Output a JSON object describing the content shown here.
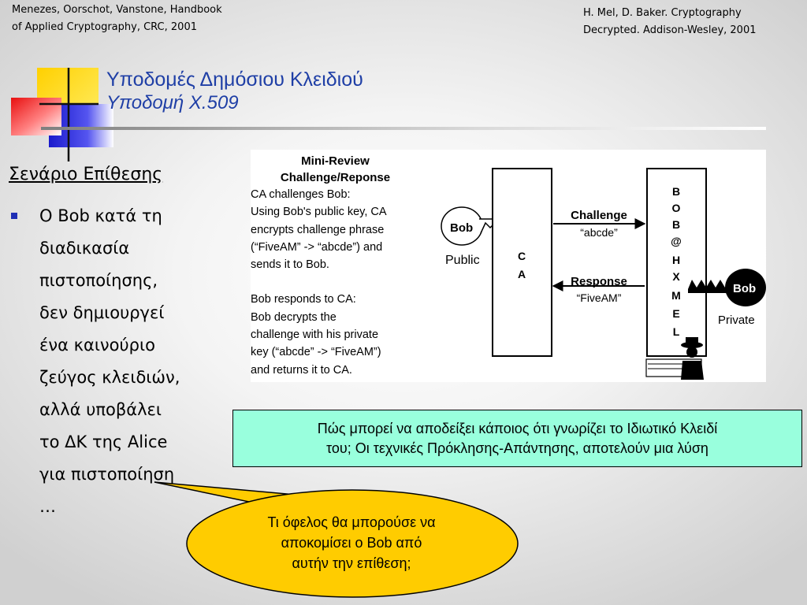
{
  "references": {
    "left_line1": "Menezes, Oorschot, Vanstone, Handbook",
    "left_line2": "of Applied Cryptography, CRC, 2001",
    "right_line1": "H. Mel, D. Baker. Cryptography",
    "right_line2": "Decrypted. Addison-Wesley, 2001"
  },
  "title": {
    "main": "Υποδομές Δημόσιου Κλειδιού",
    "sub": "Υποδομή X.509"
  },
  "section_heading": "Σενάριο Επίθεσης",
  "bullet": {
    "lines": [
      "Ο Bob κατά τη",
      "διαδικασία",
      "πιστοποίησης,",
      "δεν δημιουργεί",
      "ένα καινούριο",
      "ζεύγος κλειδιών,",
      "αλλά υποβάλει",
      "το ΔΚ της Alice",
      "για πιστοποίηση",
      "…"
    ]
  },
  "diagram": {
    "title_line1": "Mini-Review",
    "title_line2": "Challenge/Reponse",
    "body": {
      "l1": "CA challenges Bob:",
      "l2": "Using Bob's public key, CA",
      "l3": "encrypts challenge phrase",
      "l4": "(“FiveAM” -> “abcde”) and",
      "l5": "sends it to Bob.",
      "l6": "Bob responds to CA:",
      "l7": "Bob decrypts the",
      "l8": "challenge with his private",
      "l9": "key (“abcde” -> “FiveAM”)",
      "l10": "and returns it to CA."
    },
    "public_key_label": "Bob",
    "public_label": "Public",
    "ca_letters": [
      "C",
      "A"
    ],
    "bob_letters": [
      "B",
      "O",
      "B",
      "@",
      "H",
      "X",
      "M",
      "E",
      "L"
    ],
    "challenge_label": "Challenge",
    "challenge_value": "“abcde”",
    "response_label": "Response",
    "response_value": "“FiveAM”",
    "private_key_label": "Bob",
    "private_label": "Private"
  },
  "callout_box": {
    "line1": "Πώς μπορεί να αποδείξει κάποιος ότι γνωρίζει το Ιδιωτικό Κλειδί",
    "line2": "του; Οι τεχνικές Πρόκλησης-Απάντησης, αποτελούν μια λύση"
  },
  "speech_bubble": {
    "line1": "Τι όφελος θα μπορούσε να",
    "line2": "αποκομίσει ο Bob από",
    "line3": "αυτήν την επίθεση;"
  },
  "colors": {
    "title": "#1f3fa6",
    "callout_box_bg": "#99ffdd",
    "bubble_bg": "#ffcc00",
    "deco_yellow": "#ffdd00",
    "deco_blue": "#2a2ae0",
    "deco_red": "#e81818"
  }
}
